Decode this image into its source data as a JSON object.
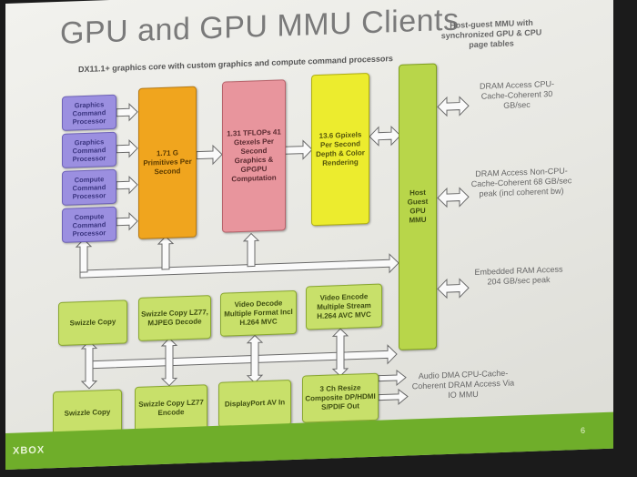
{
  "slide": {
    "title": "GPU and GPU MMU Clients",
    "subtitle": "DX11.1+ graphics core with custom graphics and compute command processors",
    "host_guest_note": "Host-guest MMU with synchronized GPU & CPU page tables",
    "page_number": "6",
    "brand": "XBOX"
  },
  "processors": [
    "Graphics Command Processor",
    "Graphics Command Processor",
    "Compute Command Processor",
    "Compute Command Processor"
  ],
  "core": {
    "primitives": "1.71 G Primitives Per Second",
    "tflops": "1.31 TFLOPs 41 Gtexels Per Second Graphics & GPGPU Computation",
    "gpixels": "13.6 Gpixels Per Second Depth & Color Rendering",
    "mmu": "Host Guest GPU MMU"
  },
  "memory": [
    "DRAM Access CPU-Cache-Coherent 30 GB/sec",
    "DRAM Access Non-CPU-Cache-Coherent 68 GB/sec peak (incl coherent bw)",
    "Embedded RAM Access 204 GB/sec peak"
  ],
  "clients_top": [
    "Swizzle Copy",
    "Swizzle Copy LZ77, MJPEG Decode",
    "Video Decode Multiple Format Incl H.264 MVC",
    "Video Encode Multiple Stream H.264 AVC MVC"
  ],
  "clients_bottom": [
    "Swizzle Copy",
    "Swizzle Copy LZ77 Encode",
    "DisplayPort AV In",
    "3 Ch Resize Composite DP/HDMI S/PDIF Out"
  ],
  "audio_note": "Audio DMA CPU-Cache-Coherent DRAM Access Via IO MMU",
  "colors": {
    "processor": "#9b8fe0",
    "primitives": "#f0a51e",
    "tflops": "#e8959d",
    "gpixels": "#ecec2e",
    "mmu": "#b8d64a",
    "clients": "#c8e06a",
    "footer": "#6fae2a"
  }
}
